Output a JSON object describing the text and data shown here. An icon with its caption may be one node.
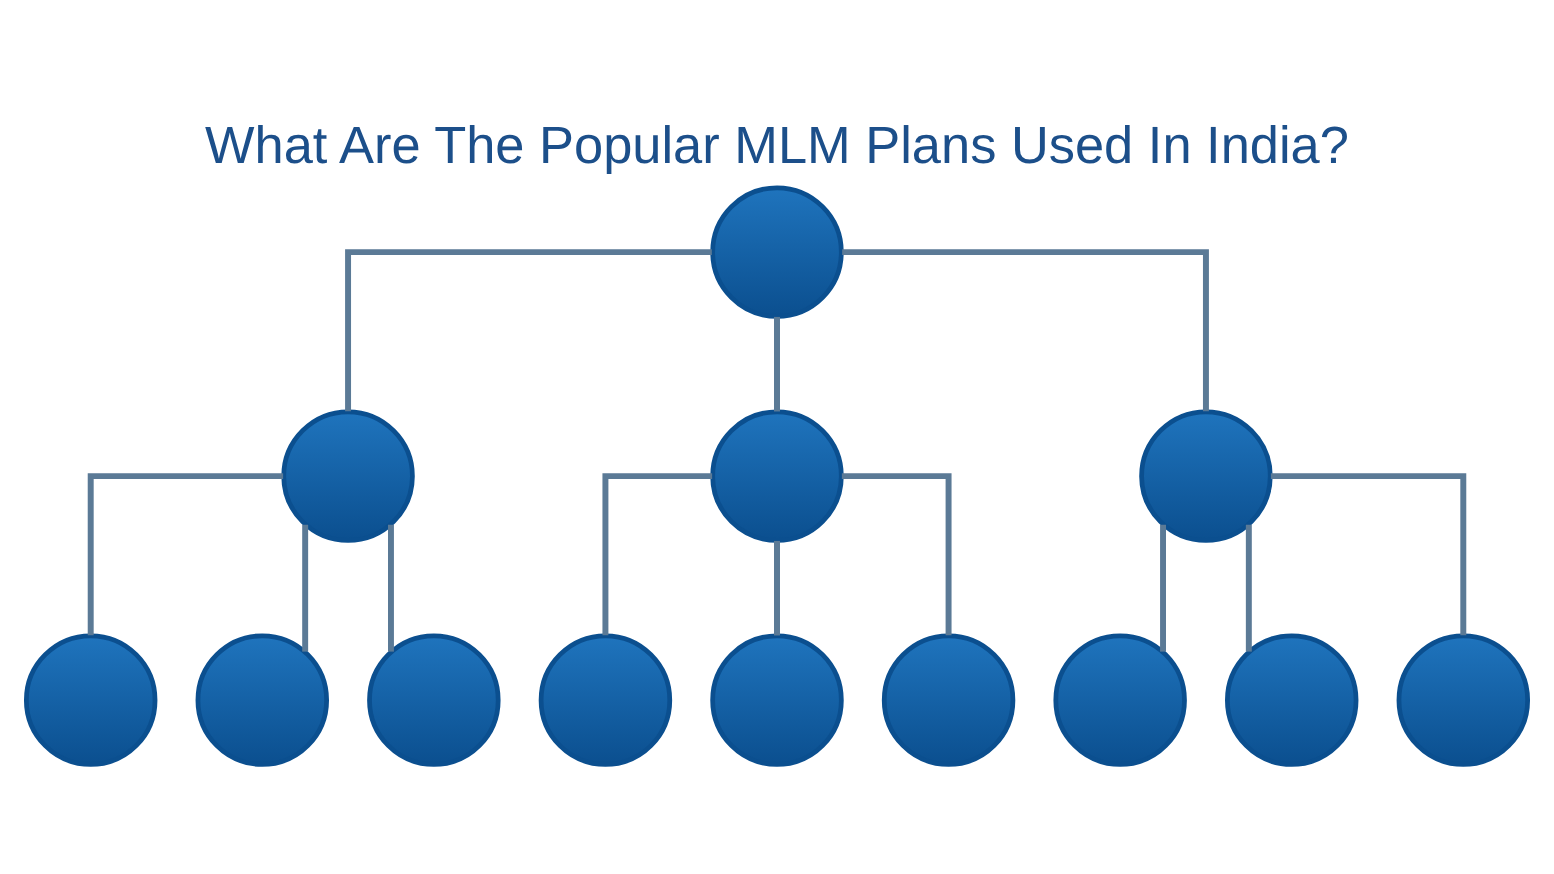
{
  "diagram": {
    "title": "What Are The Popular MLM Plans Used In India?",
    "nodes": [
      {
        "text": [],
        "shape": "person"
      },
      {
        "text": [],
        "shape": "person"
      },
      {
        "text": [],
        "shape": "person"
      },
      {
        "text": [],
        "shape": "person"
      },
      {
        "text": [],
        "shape": "person"
      },
      {
        "text": [],
        "shape": "person"
      },
      {
        "text": [],
        "shape": "person"
      },
      {
        "text": [],
        "shape": "person"
      },
      {
        "text": [],
        "shape": "person"
      },
      {
        "text": [],
        "shape": "person"
      },
      {
        "text": [],
        "shape": "person"
      },
      {
        "text": [],
        "shape": "person"
      },
      {
        "text": [],
        "shape": "person"
      }
    ],
    "edges": [
      {
        "from": 0,
        "to": 1,
        "arrow": "none"
      },
      {
        "from": 0,
        "to": 2,
        "arrow": "none"
      },
      {
        "from": 0,
        "to": 3,
        "arrow": "none"
      },
      {
        "from": 1,
        "to": 4,
        "arrow": "none"
      },
      {
        "from": 1,
        "to": 5,
        "arrow": "none"
      },
      {
        "from": 1,
        "to": 6,
        "arrow": "none"
      },
      {
        "from": 2,
        "to": 7,
        "arrow": "none"
      },
      {
        "from": 2,
        "to": 8,
        "arrow": "none"
      },
      {
        "from": 2,
        "to": 9,
        "arrow": "none"
      },
      {
        "from": 3,
        "to": 10,
        "arrow": "none"
      },
      {
        "from": 3,
        "to": 11,
        "arrow": "none"
      },
      {
        "from": 3,
        "to": 12,
        "arrow": "none"
      }
    ]
  }
}
